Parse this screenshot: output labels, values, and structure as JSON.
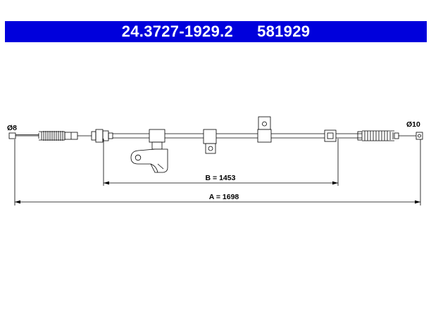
{
  "header": {
    "part_number": "24.3727-1929.2",
    "ref_number": "581929"
  },
  "drawing": {
    "left_diameter": "Ø8",
    "right_diameter": "Ø10",
    "dimension_b": "B = 1453",
    "dimension_a": "A = 1698"
  },
  "colors": {
    "header_bg": "#0000dc",
    "header_text": "#ffffff",
    "line": "#000000"
  }
}
